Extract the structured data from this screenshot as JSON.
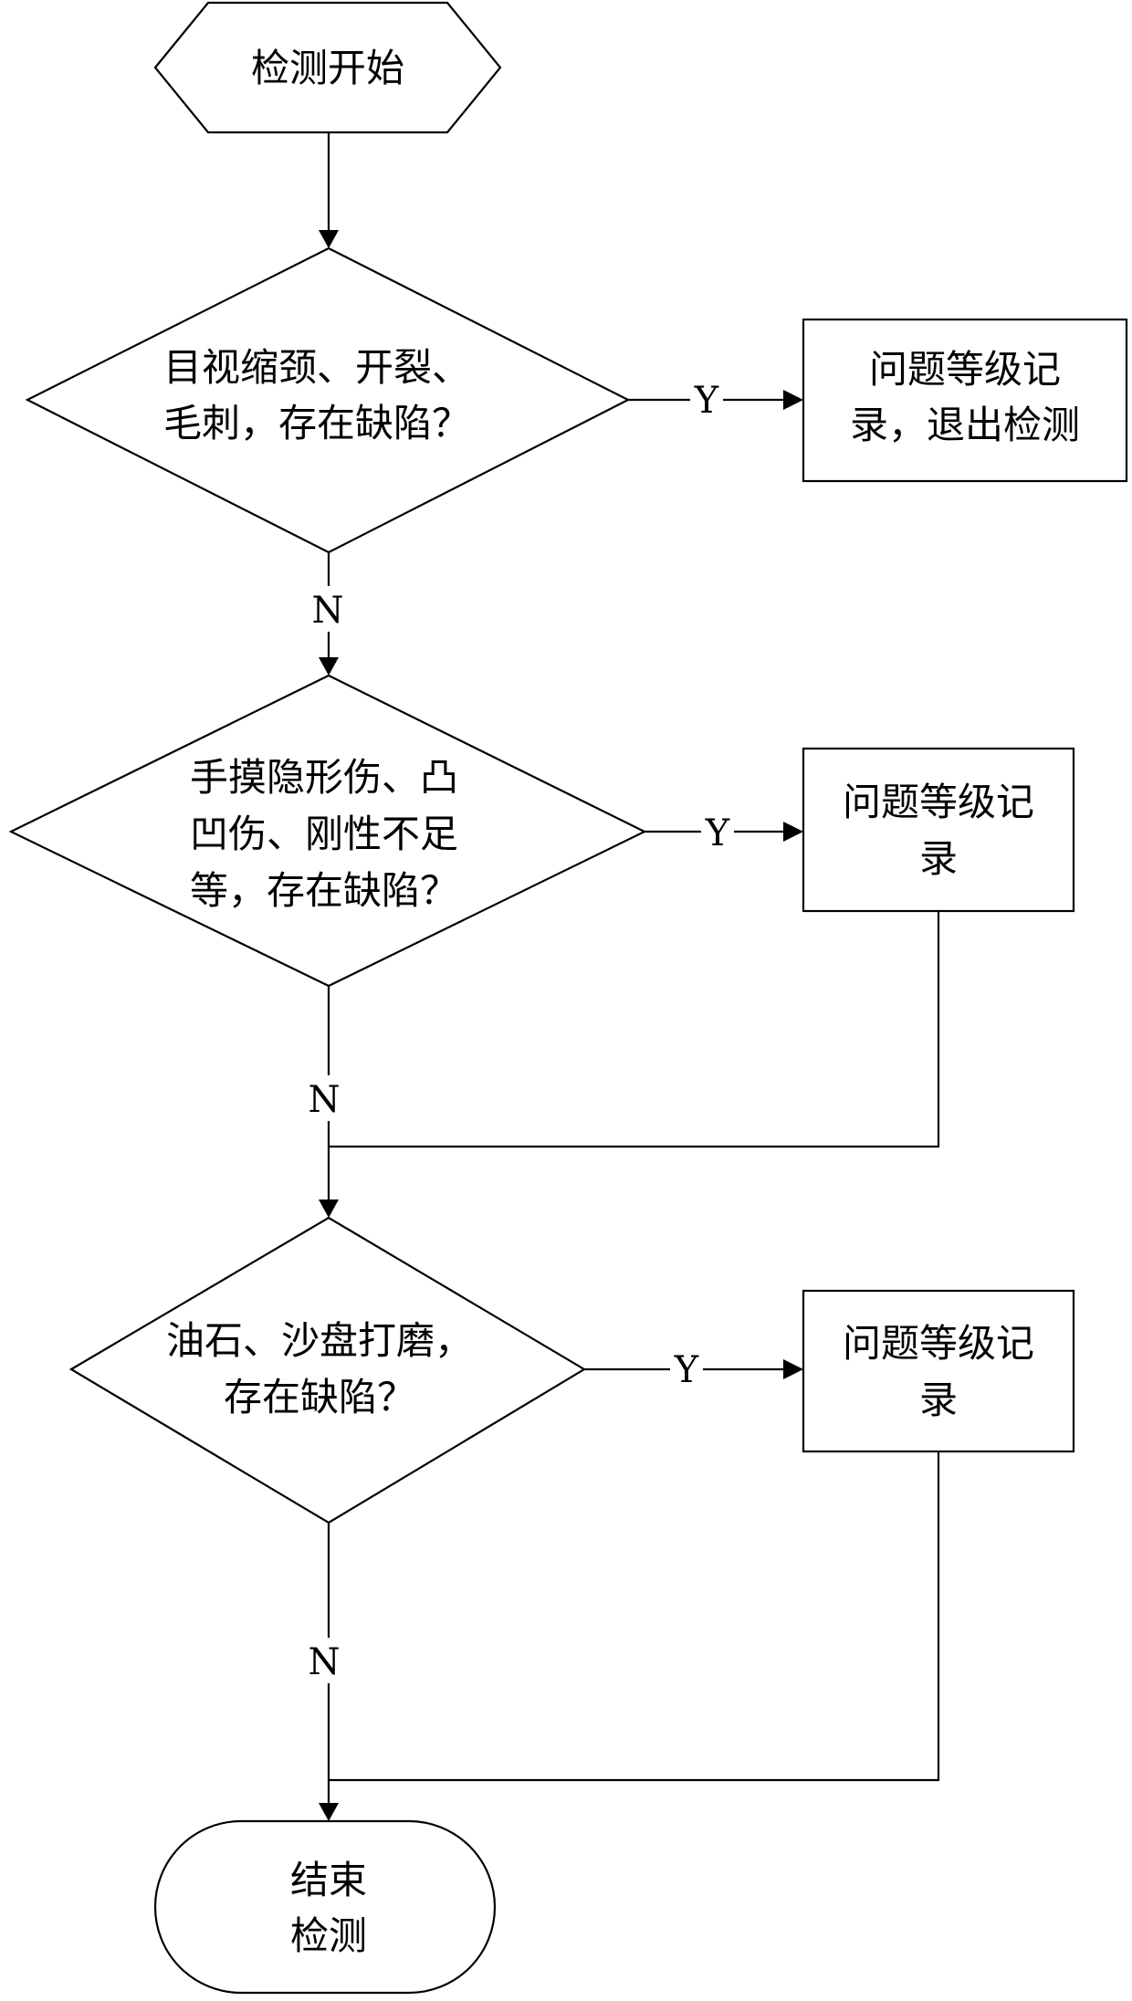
{
  "start": {
    "text": "检测开始"
  },
  "decisions": [
    {
      "lines": [
        "目视缩颈、开裂、",
        "毛刺，存在缺陷？"
      ],
      "yes_label": "Y",
      "no_label": "N"
    },
    {
      "lines": [
        "手摸隐形伤、凸",
        "凹伤、刚性不足",
        "等，存在缺陷？"
      ],
      "yes_label": "Y",
      "no_label": "N"
    },
    {
      "lines": [
        "油石、沙盘打磨，",
        "存在缺陷？"
      ],
      "yes_label": "Y",
      "no_label": "N"
    }
  ],
  "records": [
    {
      "lines": [
        "问题等级记",
        "录，退出检测"
      ]
    },
    {
      "lines": [
        "问题等级记",
        "录"
      ]
    },
    {
      "lines": [
        "问题等级记",
        "录"
      ]
    }
  ],
  "end": {
    "lines": [
      "结束",
      "检测"
    ]
  }
}
